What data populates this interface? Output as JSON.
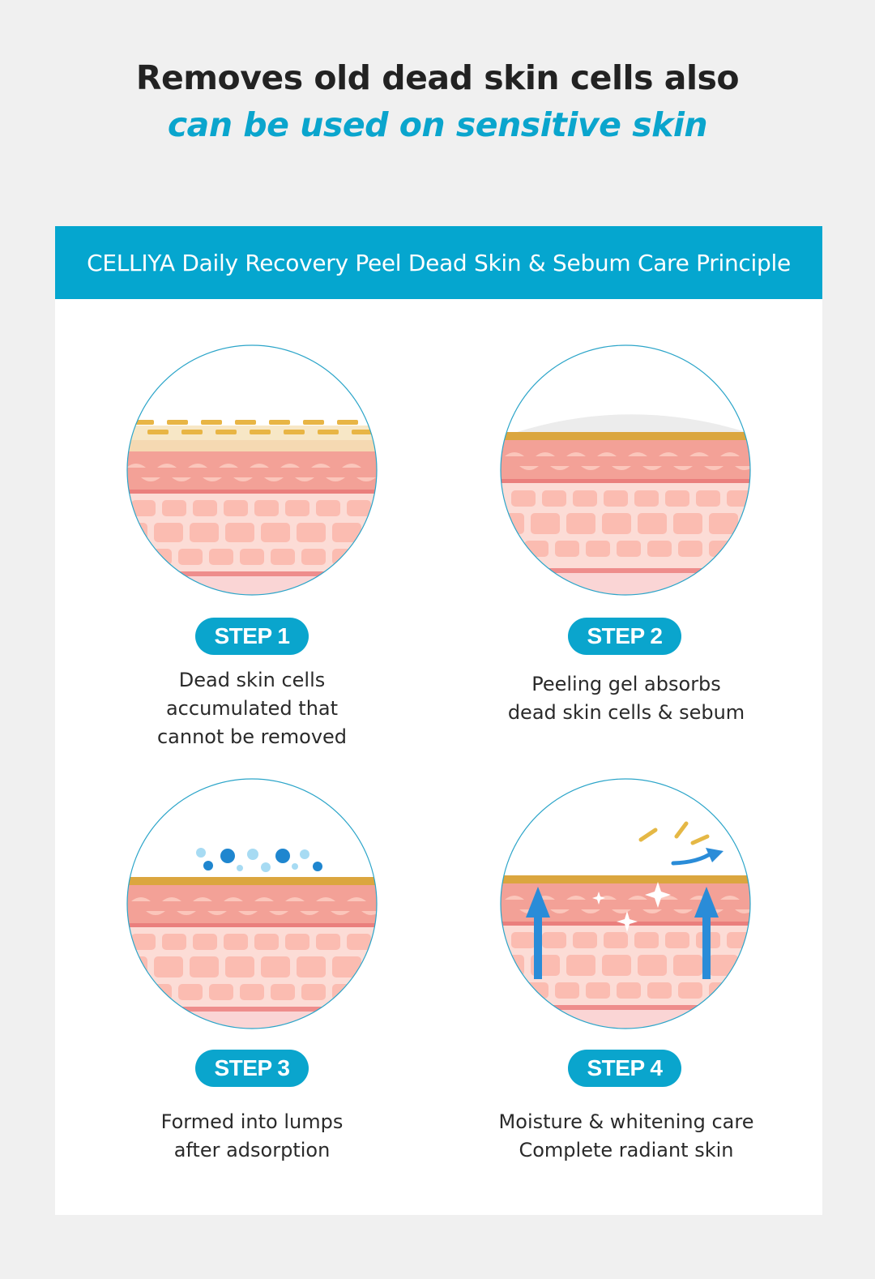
{
  "headline": {
    "line1": "Removes old dead skin cells also",
    "line2": "can be used on sensitive skin"
  },
  "banner": "CELLIYA Daily Recovery Peel Dead Skin & Sebum Care Principle",
  "steps": [
    {
      "badge": "STEP 1",
      "desc": "Dead skin cells\naccumulated that\ncannot be removed"
    },
    {
      "badge": "STEP 2",
      "desc": "Peeling gel absorbs\ndead skin cells & sebum"
    },
    {
      "badge": "STEP 3",
      "desc": "Formed into lumps\nafter adsorption"
    },
    {
      "badge": "STEP 4",
      "desc": "Moisture & whitening care\nComplete radiant skin"
    }
  ],
  "colors": {
    "accent": "#0aa5cd",
    "banner": "#05a6cf",
    "skin_top": "#f4a59b",
    "skin_cells": "#fbc3b9",
    "gold_layer": "#e0ab40",
    "arrow": "#2a8cd8"
  }
}
